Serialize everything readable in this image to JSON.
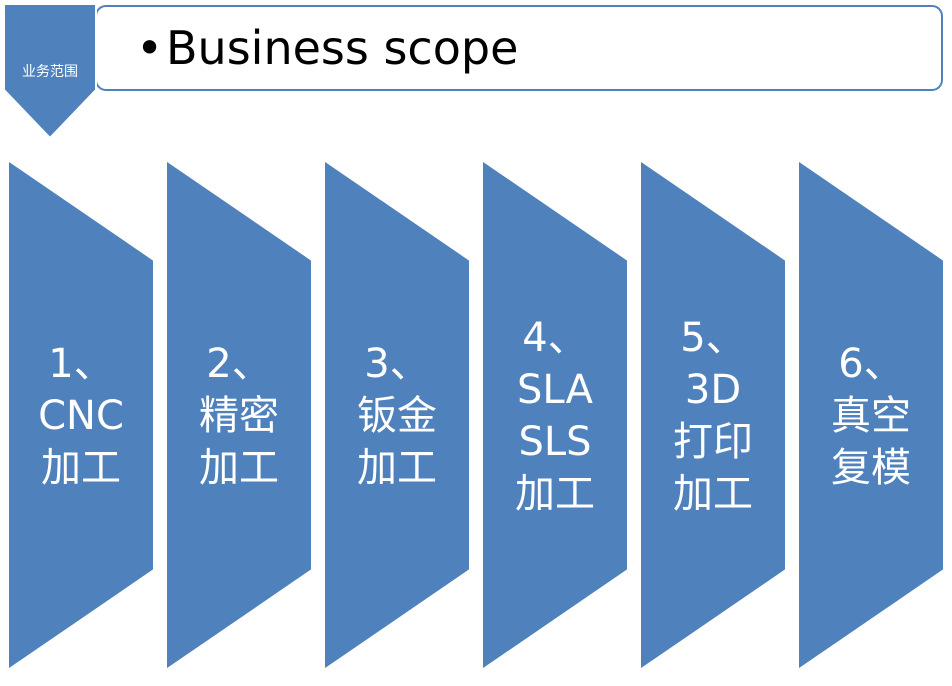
{
  "header": {
    "tag": "业务范围",
    "bullet": "•",
    "title": "Business scope"
  },
  "colors": {
    "shape_fill": "#4F81BD",
    "shape_stroke": "#FFFFFF",
    "header_border": "#4F81BD",
    "text_on_shape": "#FFFFFF",
    "header_text": "#000000"
  },
  "steps": [
    {
      "lines": [
        "1、",
        "CNC",
        "加工"
      ]
    },
    {
      "lines": [
        "2、",
        "精密",
        "加工"
      ]
    },
    {
      "lines": [
        "3、",
        "钣金",
        "加工"
      ]
    },
    {
      "lines": [
        "4、",
        "SLA",
        "SLS",
        "加工"
      ]
    },
    {
      "lines": [
        "5、",
        "3D",
        "打印",
        "加工"
      ]
    },
    {
      "lines": [
        "6、",
        "真空",
        "复模"
      ]
    }
  ]
}
